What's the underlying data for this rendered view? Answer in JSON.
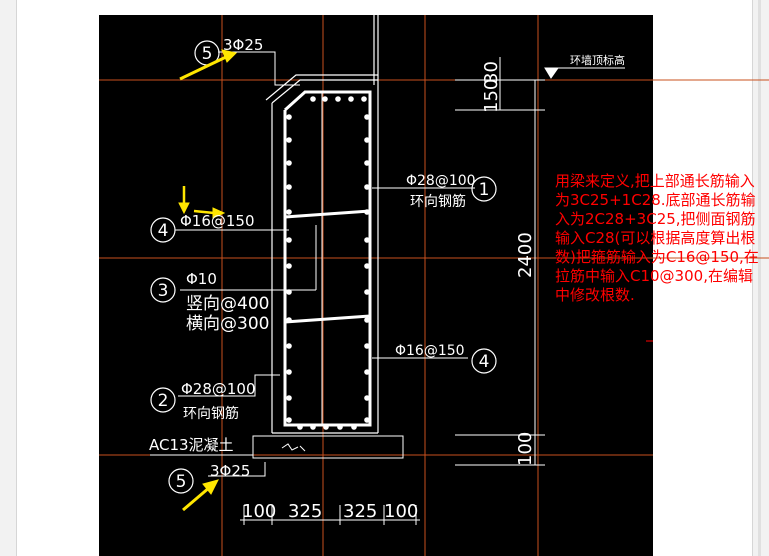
{
  "labels": {
    "top_bar": "3Φ25",
    "bottom_bar": "3Φ25",
    "ring_bar_top": "Φ28@100",
    "ring_bar_top_desc": "环向钢筋",
    "ring_bar_bottom": "Φ28@100",
    "ring_bar_bottom_desc": "环向钢筋",
    "tie_left": "Φ16@150",
    "tie_right": "Φ16@150",
    "phi10": "Φ10",
    "vertical_spacing": "竖向@400",
    "horizontal_spacing": "横向@300",
    "concrete": "AC13泥凝土",
    "top_elev": "环墙顶标高",
    "dim_150": "150",
    "dim_30": "30",
    "dim_2400": "2400",
    "dim_100_v": "100",
    "dim_100_left": "100",
    "dim_325_a": "325",
    "dim_325_b": "325",
    "dim_100_right": "100"
  },
  "callouts": {
    "c1": "1",
    "c2": "2",
    "c3": "3",
    "c4_left": "4",
    "c4_right": "4",
    "c5_top": "5",
    "c5_bottom": "5"
  },
  "annotation": "用梁来定义,把上部通长筋输入为3C25+1C28.底部通长筋输入为2C28+3C25,把侧面钢筋输入C28(可以根据高度算出根数)把箍筋输入为C16@150,在拉筋中输入C10@300,在编辑中修改根数."
}
